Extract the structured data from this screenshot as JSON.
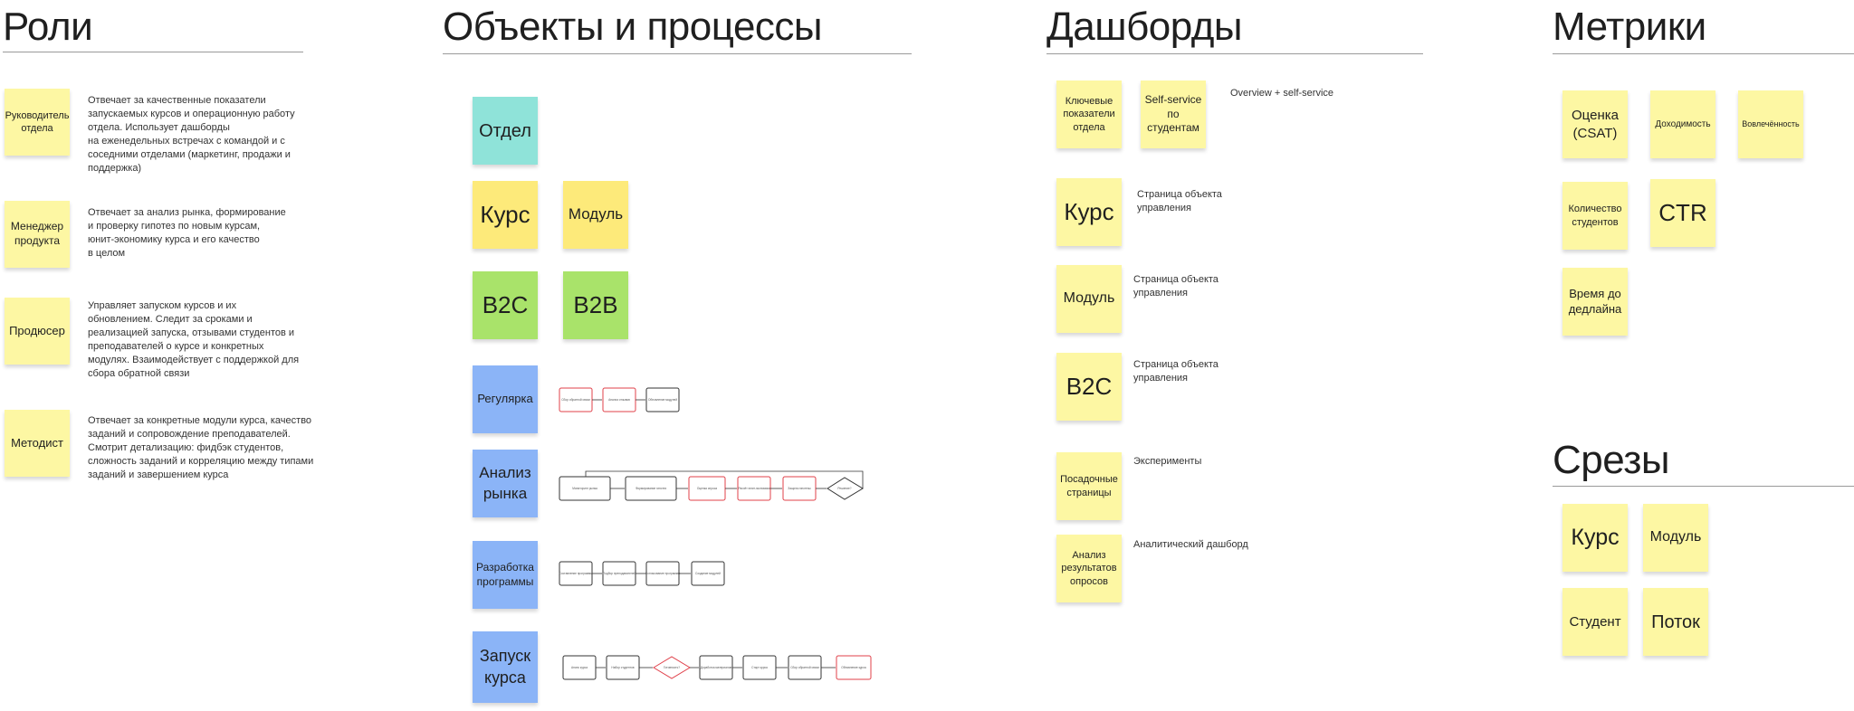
{
  "sections": {
    "roles": "Роли",
    "objects": "Объекты и процессы",
    "dashboards": "Дашборды",
    "metrics": "Метрики",
    "slices": "Срезы"
  },
  "roles": [
    {
      "name": "Руководитель отдела",
      "desc": "Отвечает за качественные показатели\nзапускаемых курсов и операционную работу\nотдела. Использует дашборды\nна еженедельных встречах с командой и с\nсоседними отделами (маркетинг, продажи и\nподдержка)"
    },
    {
      "name": "Менеджер продукта",
      "desc": "Отвечает за анализ рынка, формирование\nи проверку гипотез по новым курсам,\nюнит-экономику курса и его качество\nв целом"
    },
    {
      "name": "Продюсер",
      "desc": "Управляет запуском курсов и их\nобновлением. Следит за сроками и\nреализацией запуска, отзывами студентов и\nпреподавателей о курсе и конкретных\nмодулях. Взаимодействует с поддержкой для\nсбора обратной связи"
    },
    {
      "name": "Методист",
      "desc": "Отвечает за конкретные модули курса, качество\nзаданий и сопровождение преподавателей.\nСмотрит детализацию: фидбэк студентов,\nсложность заданий и корреляцию между типами\nзаданий и завершением курса"
    }
  ],
  "objects": {
    "department": "Отдел",
    "course": "Курс",
    "module": "Модуль",
    "b2c": "B2C",
    "b2b": "B2B",
    "processes": [
      {
        "name": "Регулярка",
        "steps": [
          "Сбор обратной связи",
          "Анализ отзывов",
          "Обновление модулей"
        ]
      },
      {
        "name": "Анализ рынка",
        "steps": [
          "Мониторинг рынка",
          "Формирование гипотез",
          "Оценка спроса",
          "Расчёт юнит-экономики",
          "Защита гипотезы",
          "Решение?"
        ]
      },
      {
        "name": "Разработка программы",
        "steps": [
          "Составление программы",
          "Подбор преподавателей",
          "Согласование программы",
          "Создание модулей"
        ]
      },
      {
        "name": "Запуск курса",
        "steps": [
          "Анонс курса",
          "Набор студентов",
          "Готовность?",
          "Доработка материалов",
          "Старт курса",
          "Сбор обратной связи",
          "Обновление курса"
        ]
      }
    ]
  },
  "dashboards": {
    "top": [
      {
        "label": "Ключевые показатели отдела"
      },
      {
        "label": "Self-service по студентам"
      }
    ],
    "top_note": "Overview + self-service",
    "rows": [
      {
        "label": "Курс",
        "note": "Страница объекта\nуправления"
      },
      {
        "label": "Модуль",
        "note": "Страница объекта\nуправления"
      },
      {
        "label": "B2C",
        "note": "Страница объекта\nуправления"
      },
      {
        "label": "Посадочные страницы",
        "note": "Эксперименты"
      },
      {
        "label": "Анализ результатов опросов",
        "note": "Аналитический дашборд"
      }
    ]
  },
  "metrics": [
    "Оценка (CSAT)",
    "Доходимость",
    "Вовлечённость",
    "Количество студентов",
    "CTR",
    "Время до дедлайна"
  ],
  "slices": [
    "Курс",
    "Модуль",
    "Студент",
    "Поток"
  ]
}
